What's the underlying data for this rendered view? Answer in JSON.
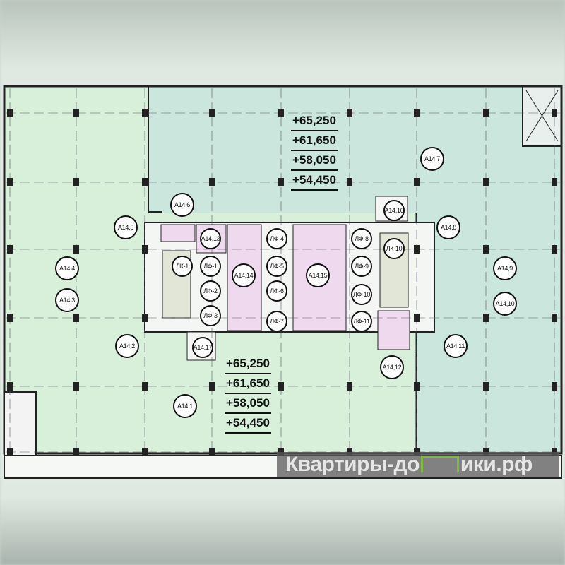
{
  "elevations": {
    "top": [
      "+65,250",
      "+61,650",
      "+58,050",
      "+54,450"
    ],
    "bottom": [
      "+65,250",
      "+61,650",
      "+58,050",
      "+54,450"
    ]
  },
  "rooms": {
    "a14_1": "A14.1",
    "a14_2": "A14,2",
    "a14_3": "A14,3",
    "a14_4": "A14,4",
    "a14_5": "A14,5",
    "a14_6": "A14,6",
    "a14_7": "A14,7",
    "a14_8": "A14,8",
    "a14_9": "A14,9",
    "a14_10": "A14,10",
    "a14_11": "A14,11",
    "a14_12": "A14,12",
    "a14_13": "A14,13",
    "a14_14": "A14,14",
    "a14_15": "A14,15",
    "a14_16": "A14,16",
    "a14_17": "A14.17",
    "lk_1": "ЛК-1",
    "lk_10": "ЛК-10",
    "lf_1": "ЛФ-1",
    "lf_2": "ЛФ-2",
    "lf_3": "ЛФ-3",
    "lf_4": "ЛФ-4",
    "lf_5": "ЛФ-5",
    "lf_6": "ЛФ-6",
    "lf_7": "ЛФ-7",
    "lf_8": "ЛФ-8",
    "lf_9": "ЛФ-9",
    "lf_10": "ЛФ-10",
    "lf_11": "ЛФ-11"
  },
  "watermark": {
    "left": "Квартиры-до",
    "right": "ики.рф"
  },
  "colors": {
    "zone_left": "#d8efd9",
    "zone_right": "#cbe6dc",
    "core_pink": "#eed9ef",
    "watermark_green": "#7dbb3a"
  }
}
